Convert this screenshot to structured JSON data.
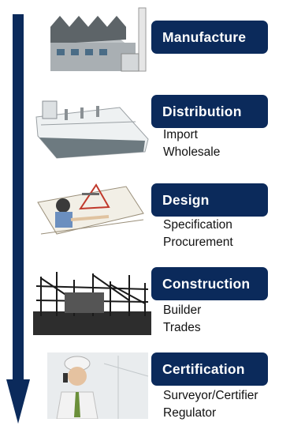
{
  "steps": [
    {
      "title": "Manufacture",
      "items": [],
      "icon": "factory-icon"
    },
    {
      "title": "Distribution",
      "items": [
        "Import",
        "Wholesale"
      ],
      "icon": "cargo-ship-icon"
    },
    {
      "title": "Design",
      "items": [
        "Specification",
        "Procurement"
      ],
      "icon": "architect-drafting-icon"
    },
    {
      "title": "Construction",
      "items": [
        "Builder",
        "Trades"
      ],
      "icon": "scaffolding-icon"
    },
    {
      "title": "Certification",
      "items": [
        "Surveyor/Certifier",
        "Regulator"
      ],
      "icon": "inspector-icon"
    }
  ],
  "colors": {
    "badge": "#0b2a5b",
    "arrow": "#0b2a5b",
    "text": "#111111"
  }
}
